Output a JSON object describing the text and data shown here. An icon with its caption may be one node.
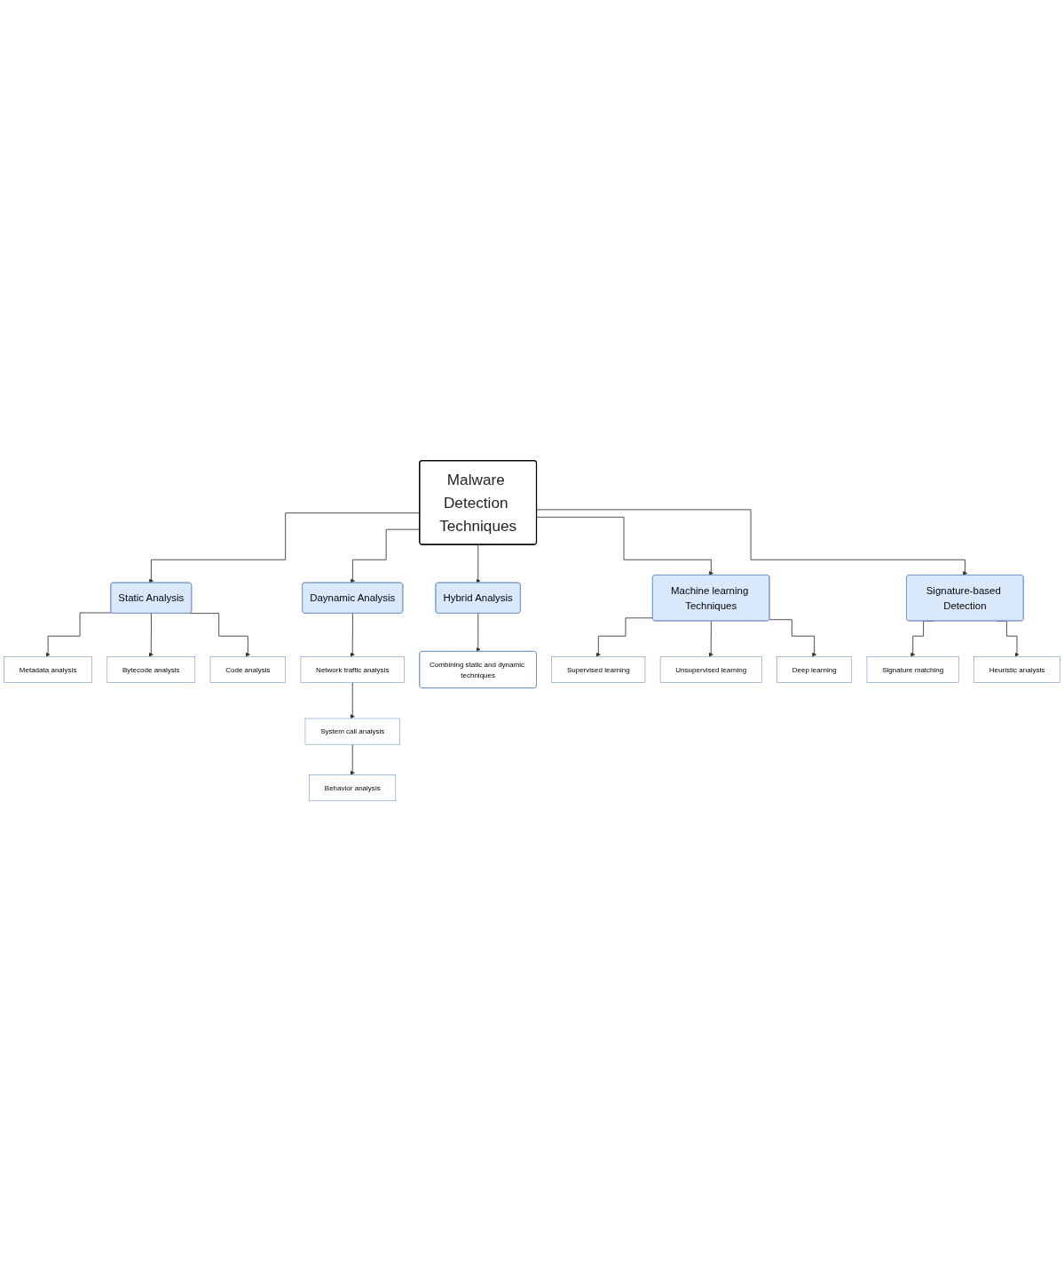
{
  "diagram": {
    "nodes": [
      {
        "text": [
          "Metadata analysis"
        ]
      },
      {
        "text": [
          "Bytecode analysis"
        ]
      },
      {
        "text": [
          "Code analysis"
        ]
      },
      {
        "text": [
          "Behavior analysis"
        ]
      },
      {
        "text": [
          "System call analysis"
        ]
      },
      {
        "text": [
          "Network traffic analysis"
        ]
      },
      {
        "text": [
          "Combining static and dynamic techniques"
        ]
      },
      {
        "text": [
          "Static Analysis"
        ]
      },
      {
        "text": [
          "Daynamic Analysis"
        ]
      },
      {
        "text": [
          "Hybrid Analysis"
        ]
      },
      {
        "text": [
          "Malware Detection Techniques"
        ]
      },
      {
        "text": [
          "Machine learning Techniques"
        ]
      },
      {
        "text": [
          "Signature-based Detection"
        ]
      },
      {
        "text": [
          "Supervised learning"
        ]
      },
      {
        "text": [
          "Unsupervised learning"
        ]
      },
      {
        "text": [
          "Deep learning"
        ]
      },
      {
        "text": [
          "Signature matching"
        ]
      },
      {
        "text": [
          "Heuristic analysis"
        ]
      }
    ],
    "edges": [
      {
        "from": 10,
        "to": 7,
        "arrow": "to"
      },
      {
        "from": 10,
        "to": 8,
        "arrow": "to"
      },
      {
        "from": 10,
        "to": 9,
        "arrow": "to"
      },
      {
        "from": 10,
        "to": 11,
        "arrow": "to"
      },
      {
        "from": 10,
        "to": 12,
        "arrow": "to"
      },
      {
        "from": 7,
        "to": 0,
        "arrow": "to"
      },
      {
        "from": 7,
        "to": 1,
        "arrow": "to"
      },
      {
        "from": 7,
        "to": 2,
        "arrow": "to"
      },
      {
        "from": 8,
        "to": 5,
        "arrow": "to"
      },
      {
        "from": 5,
        "to": 4,
        "arrow": "to"
      },
      {
        "from": 4,
        "to": 3,
        "arrow": "to"
      },
      {
        "from": 9,
        "to": 6,
        "arrow": "to"
      },
      {
        "from": 11,
        "to": 13,
        "arrow": "to"
      },
      {
        "from": 11,
        "to": 14,
        "arrow": "to"
      },
      {
        "from": 11,
        "to": 15,
        "arrow": "to"
      },
      {
        "from": 12,
        "to": 16,
        "arrow": "to"
      },
      {
        "from": 12,
        "to": 17,
        "arrow": "to"
      }
    ]
  }
}
